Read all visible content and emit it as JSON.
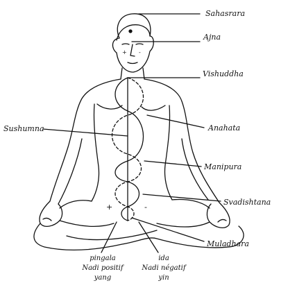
{
  "chakras": {
    "sahasrara": "Sahasrara",
    "ajna": "Ajna",
    "vishuddha": "Vishuddha",
    "anahata": "Anahata",
    "manipura": "Manipura",
    "svadhishthana": "Svadishtana",
    "muladhara": "Muladhara"
  },
  "channels": {
    "sushumna": "Sushumna",
    "pingala": {
      "name": "pingala",
      "line2": "Nadi positif",
      "line3": "yang"
    },
    "ida": {
      "name": "ida",
      "line2": "Nadi négatif",
      "line3": "yin"
    }
  },
  "signs": {
    "left": "+",
    "right": "-"
  },
  "colors": {
    "ink": "#111111",
    "paper": "#ffffff"
  }
}
